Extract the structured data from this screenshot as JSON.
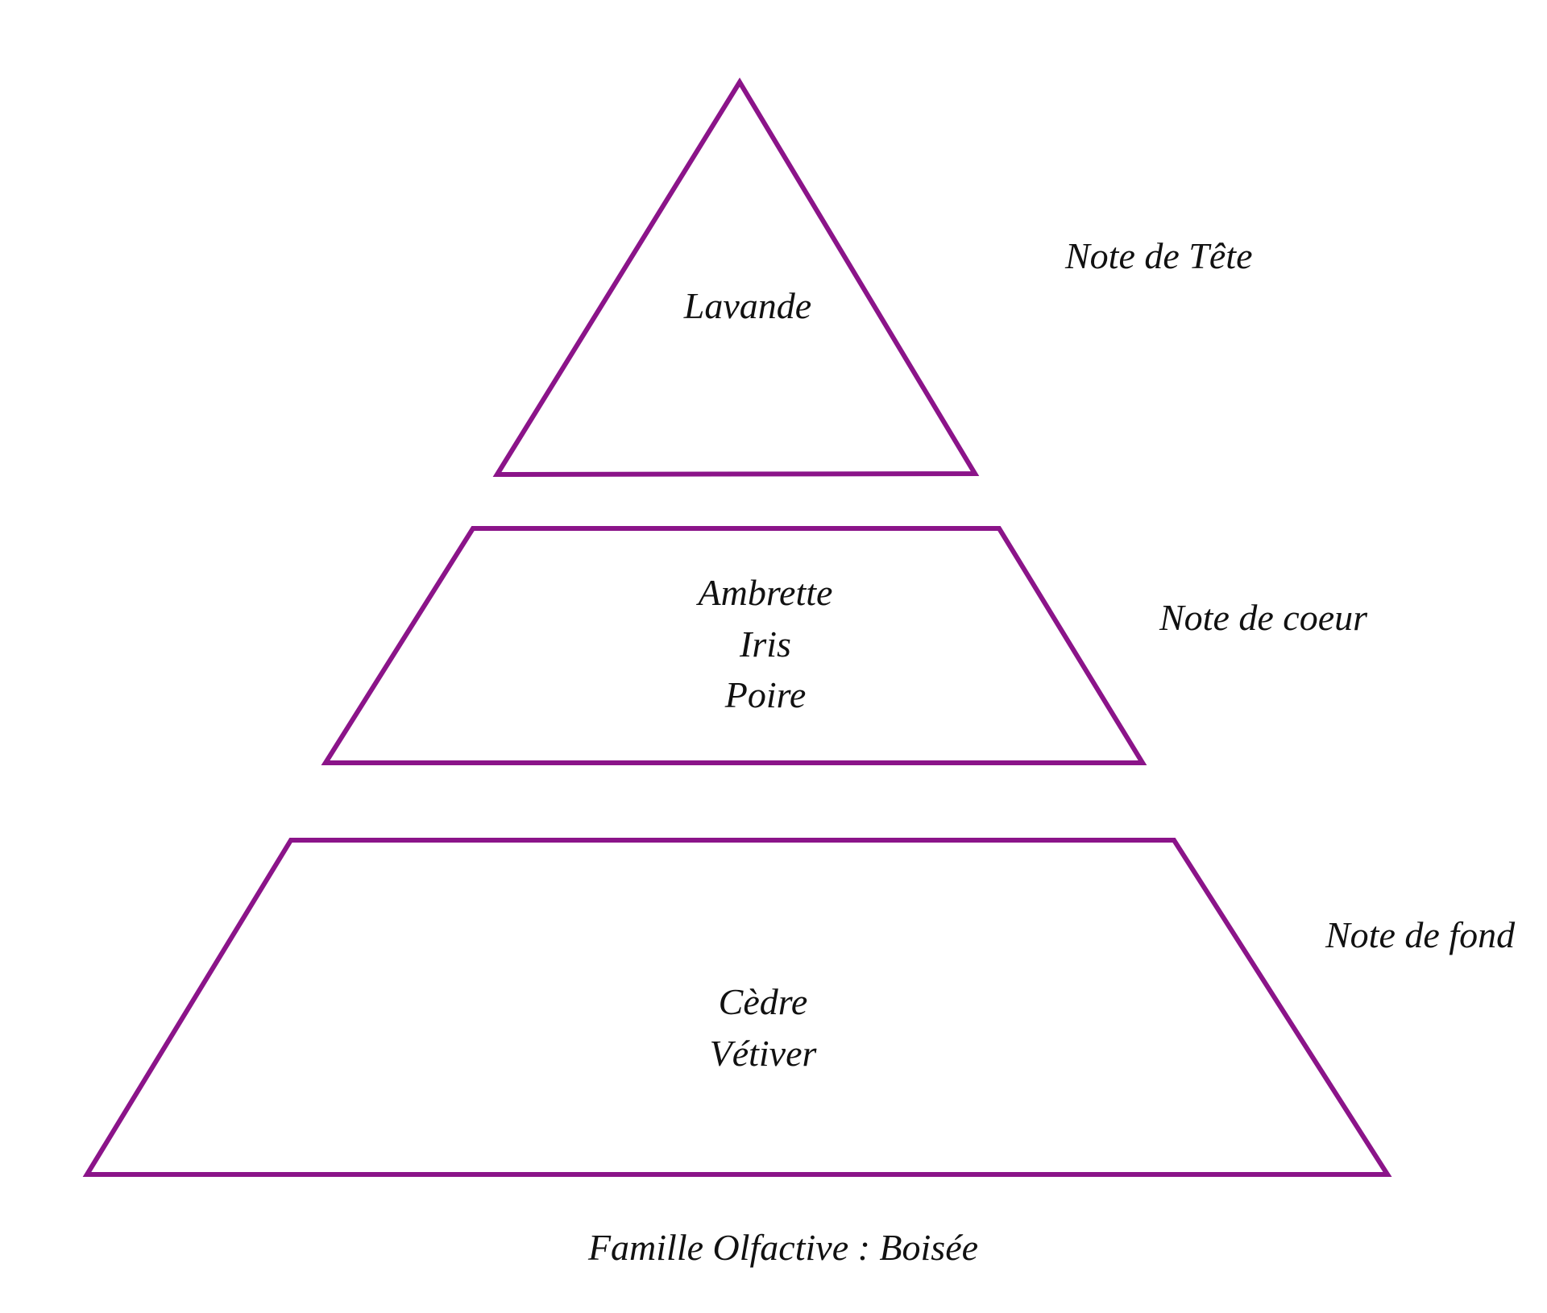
{
  "colors": {
    "stroke": "#8b1489"
  },
  "tiers": [
    {
      "label": "Note de Tête",
      "notes": [
        "Lavande"
      ]
    },
    {
      "label": "Note de coeur",
      "notes": [
        "Ambrette",
        "Iris",
        "Poire"
      ]
    },
    {
      "label": "Note de fond",
      "notes": [
        "Cèdre",
        "Vétiver"
      ]
    }
  ],
  "footer": "Famille Olfactive : Boisée"
}
